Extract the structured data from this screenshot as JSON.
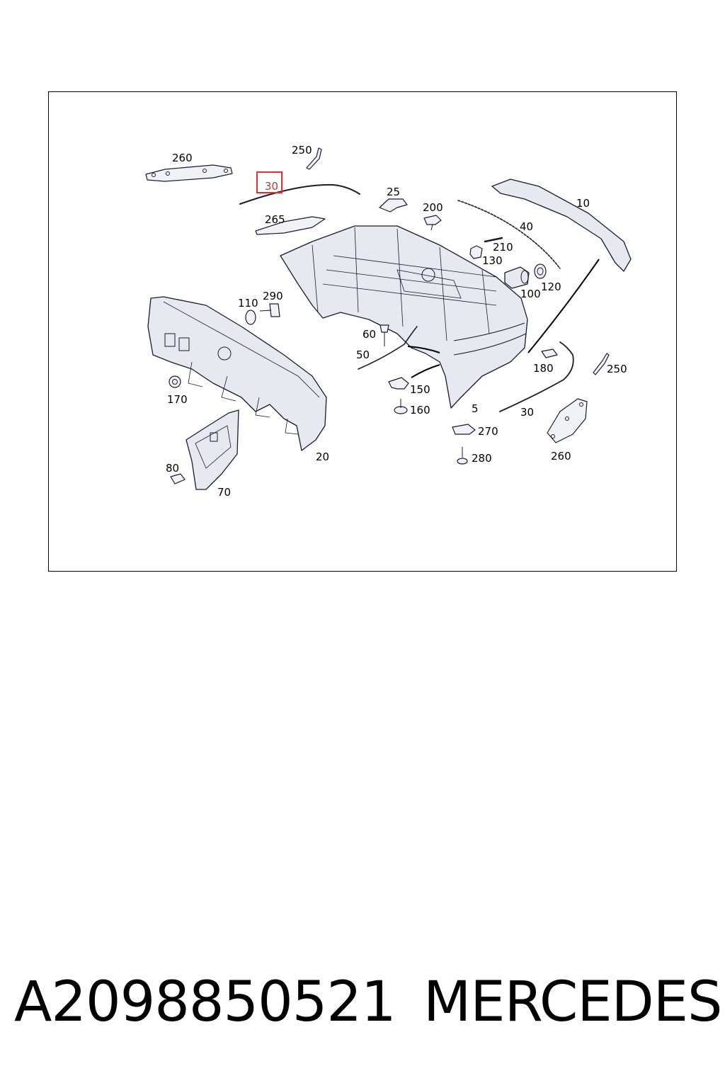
{
  "diagram": {
    "highlight_color": "#e03030",
    "highlighted_callout": "30",
    "callouts": {
      "c260_top": "260",
      "c250_top": "250",
      "c30_top": "30",
      "c25": "25",
      "c200": "200",
      "c10": "10",
      "c265": "265",
      "c40": "40",
      "c210": "210",
      "c130": "130",
      "c100": "100",
      "c120": "120",
      "c110": "110",
      "c290": "290",
      "c60": "60",
      "c50": "50",
      "c180": "180",
      "c250_bottom": "250",
      "c170": "170",
      "c150": "150",
      "c160": "160",
      "c5": "5",
      "c30_bottom": "30",
      "c270": "270",
      "c280": "280",
      "c260_bottom": "260",
      "c20": "20",
      "c80": "80",
      "c70": "70"
    }
  },
  "footer": {
    "part_number": "A2098850521",
    "brand": "MERCEDES"
  }
}
